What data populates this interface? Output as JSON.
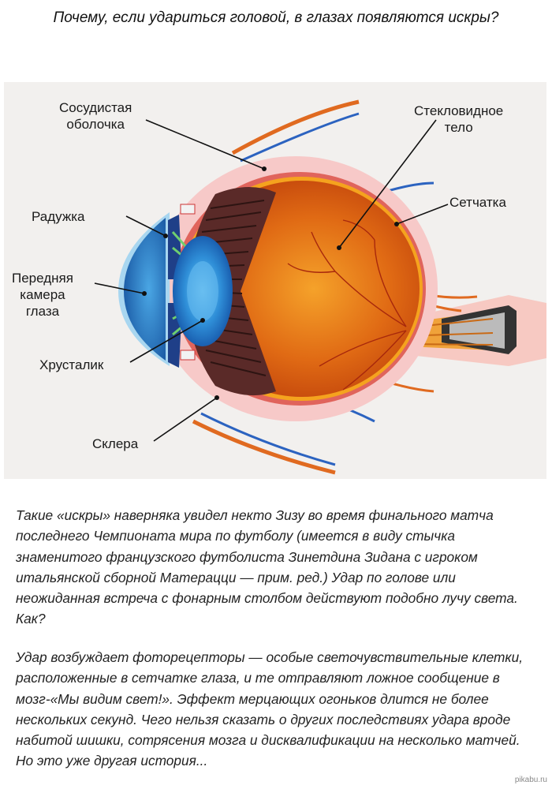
{
  "title": "Почему, если удариться головой, в глазах появляются искры?",
  "diagram": {
    "labels": {
      "choroid": "Сосудистая\nоболочка",
      "vitreous": "Стекловидное\nтело",
      "iris": "Радужка",
      "retina": "Сетчатка",
      "anterior_chamber": "Передняя\nкамера\nглаза",
      "lens": "Хрусталик",
      "sclera": "Склера"
    }
  },
  "paragraphs": [
    "Такие «искры» наверняка увидел некто Зизу во время финального матча последнего Чемпионата мира по футболу (имеется в виду стычка знаменитого французского футболиста Зинетдина Зидана с игроком итальянской сборной Матерацци — прим. ред.) Удар по голове или неожиданная встреча с фонарным столбом действуют подобно лучу света. Как?",
    "Удар возбуждает фоторецепторы — особые светочувствительные клетки, расположенные в сетчатке глаза, и те отправляют ложное сообщение в мозг-«Мы видим свет!». Эффект мерцающих огоньков длится не более нескольких секунд. Чего нельзя сказать о других последствиях удара вроде набитой шишки, сотрясения мозга и дисквалификации на несколько матчей. Но это уже другая история..."
  ],
  "watermark": "pikabu.ru"
}
